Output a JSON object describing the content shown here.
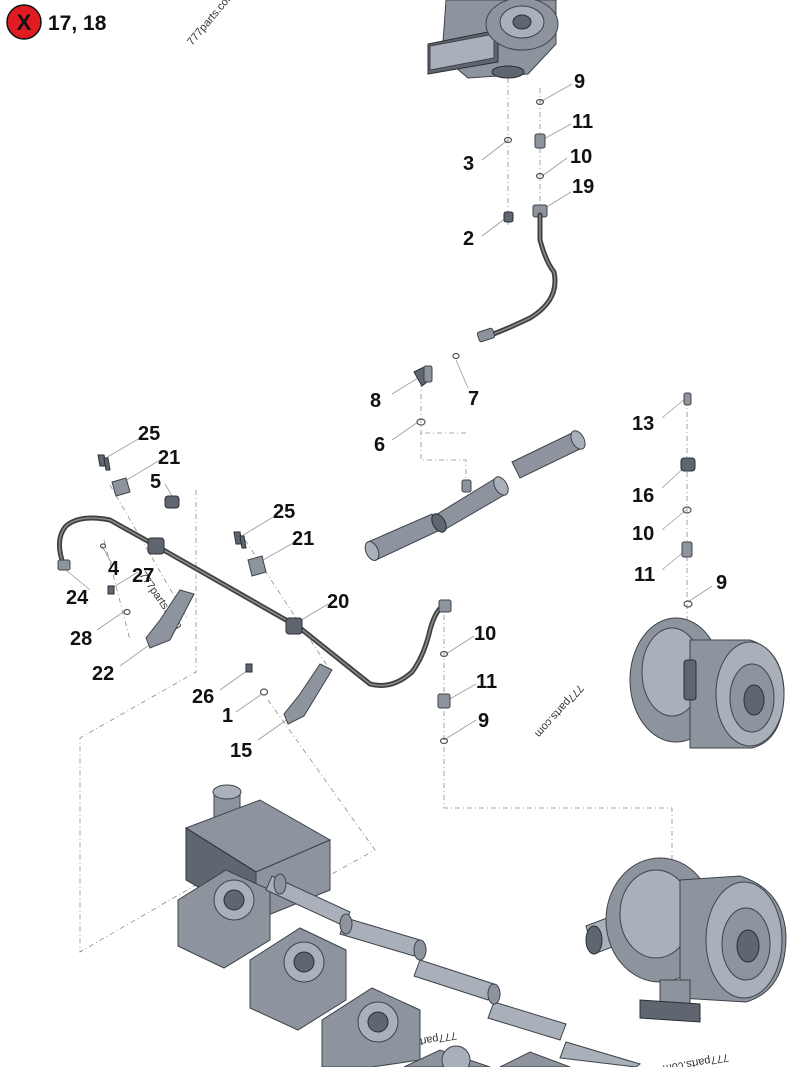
{
  "header": {
    "marker_glyph": "X",
    "marker_color": "#e11b22",
    "ref_text": "17, 18"
  },
  "watermark": "777parts.com",
  "callouts": [
    "25",
    "21",
    "5",
    "4",
    "27",
    "24",
    "28",
    "22",
    "25",
    "21",
    "20",
    "26",
    "1",
    "15",
    "3",
    "2",
    "9",
    "11",
    "10",
    "19",
    "8",
    "7",
    "6",
    "10",
    "11",
    "9",
    "13",
    "16",
    "10",
    "11",
    "9"
  ],
  "colors": {
    "part_fill": "#8d949e",
    "hose": "#3f3f3f",
    "line": "#9a9a9a"
  }
}
